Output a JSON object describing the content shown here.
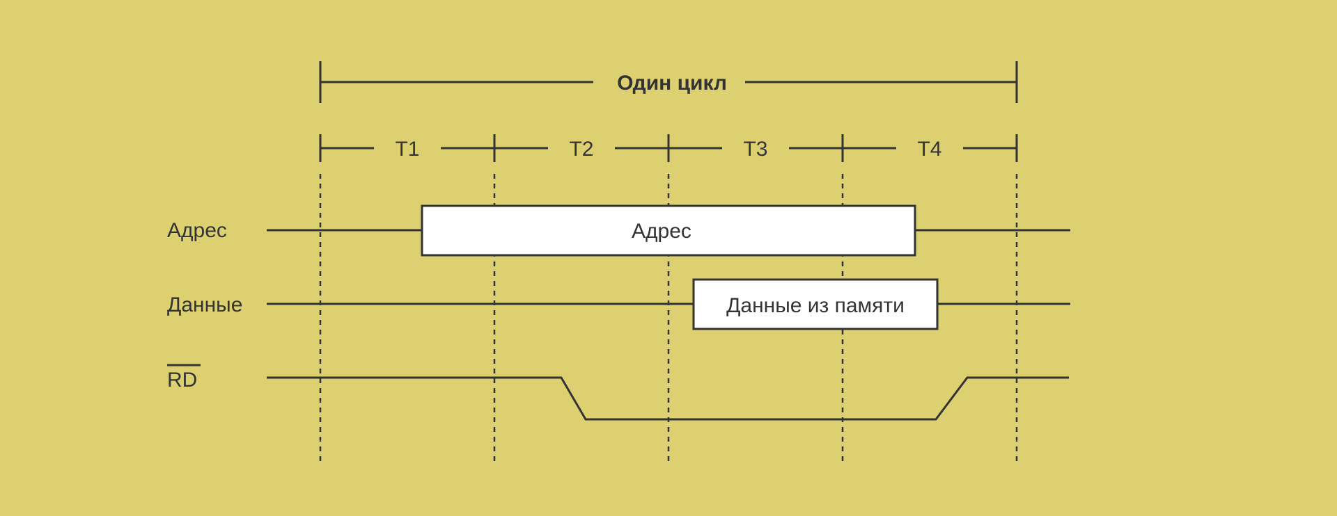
{
  "title": "Один цикл",
  "periods": [
    "T1",
    "T2",
    "T3",
    "T4"
  ],
  "signals": [
    {
      "label": "Адрес",
      "segment_label": "Адрес"
    },
    {
      "label": "Данные",
      "segment_label": "Данные из памяти"
    },
    {
      "label": "RD",
      "overline": true
    }
  ],
  "colors": {
    "background": "#dcd070",
    "line": "#333333",
    "box": "#ffffff"
  }
}
